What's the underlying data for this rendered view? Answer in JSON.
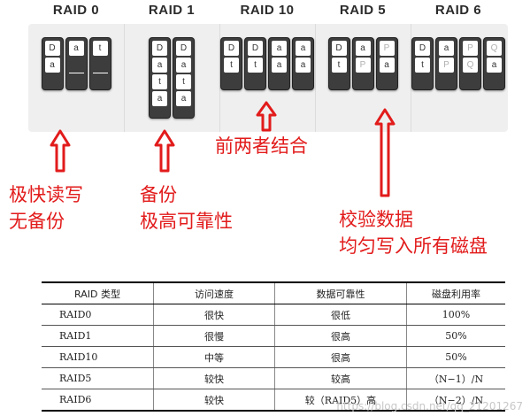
{
  "raid_levels": [
    {
      "name": "RAID 0",
      "disks": [
        {
          "blocks": [
            {
              "t": "D"
            },
            {
              "t": "a"
            }
          ]
        },
        {
          "blocks": [
            {
              "t": "a"
            }
          ]
        },
        {
          "blocks": [
            {
              "t": "t"
            }
          ]
        }
      ]
    },
    {
      "name": "RAID 1",
      "disks": [
        {
          "blocks": [
            {
              "t": "D"
            },
            {
              "t": "a"
            },
            {
              "t": "t"
            },
            {
              "t": "a"
            }
          ]
        },
        {
          "blocks": [
            {
              "t": "D"
            },
            {
              "t": "a"
            },
            {
              "t": "t"
            },
            {
              "t": "a"
            }
          ]
        }
      ]
    },
    {
      "name": "RAID 10",
      "disks": [
        {
          "blocks": [
            {
              "t": "D"
            },
            {
              "t": "t"
            }
          ]
        },
        {
          "blocks": [
            {
              "t": "D"
            },
            {
              "t": "t"
            }
          ]
        },
        {
          "blocks": [
            {
              "t": "a"
            },
            {
              "t": "a"
            }
          ]
        },
        {
          "blocks": [
            {
              "t": "a"
            },
            {
              "t": "a"
            }
          ]
        }
      ]
    },
    {
      "name": "RAID 5",
      "disks": [
        {
          "blocks": [
            {
              "t": "D"
            },
            {
              "t": "t"
            }
          ]
        },
        {
          "blocks": [
            {
              "t": "a"
            },
            {
              "t": "P",
              "p": true
            }
          ]
        },
        {
          "blocks": [
            {
              "t": "P",
              "p": true
            },
            {
              "t": "a"
            }
          ]
        }
      ]
    },
    {
      "name": "RAID 6",
      "disks": [
        {
          "blocks": [
            {
              "t": "D"
            },
            {
              "t": "t"
            }
          ]
        },
        {
          "blocks": [
            {
              "t": "a"
            },
            {
              "t": "P",
              "p": true
            }
          ]
        },
        {
          "blocks": [
            {
              "t": "P",
              "p": true
            },
            {
              "t": "Q",
              "p": true
            }
          ]
        },
        {
          "blocks": [
            {
              "t": "Q",
              "p": true
            },
            {
              "t": "a"
            }
          ]
        }
      ]
    }
  ],
  "annotations": {
    "raid0": [
      "极快读写",
      "无备份"
    ],
    "raid1": [
      "备份",
      "极高可靠性"
    ],
    "raid10": [
      "前两者结合"
    ],
    "raid5": [
      "校验数据",
      "均匀写入所有磁盘"
    ]
  },
  "table": {
    "headers": [
      "RAID 类型",
      "访问速度",
      "数据可靠性",
      "磁盘利用率"
    ],
    "rows": [
      [
        "RAID0",
        "很快",
        "很低",
        "100%"
      ],
      [
        "RAID1",
        "很慢",
        "很高",
        "50%"
      ],
      [
        "RAID10",
        "中等",
        "很高",
        "50%"
      ],
      [
        "RAID5",
        "较快",
        "较高",
        "（N−1）/N"
      ],
      [
        "RAID6",
        "较快",
        "较（RAID5）高",
        "（N−2）/N"
      ]
    ]
  },
  "watermark": "https://blog.csdn.net/qq_21201267",
  "colors": {
    "arrow": "#e21b1b",
    "disk": "#3d3d3d",
    "panel": "#efefef",
    "text_red": "#e21b1b"
  }
}
